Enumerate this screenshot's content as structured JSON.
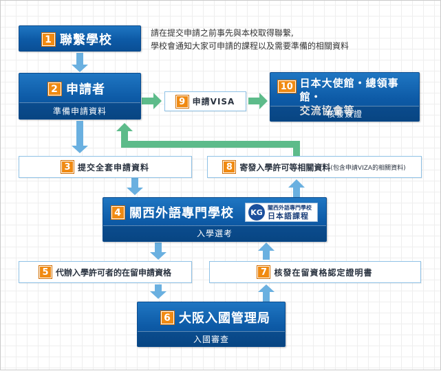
{
  "colors": {
    "box_dark": "#0d5aa6",
    "badge": "#f08a12",
    "arrow_blue": "#6ab0e0",
    "arrow_green": "#5dbb8a",
    "light_border": "#8ec1e6"
  },
  "note": {
    "line1": "請在提交申請之前事先與本校取得聯繫,",
    "line2": "學校會通知大家可申請的課程以及需要準備的相關資料"
  },
  "steps": {
    "s1": {
      "num": "1",
      "title": "聯繫學校"
    },
    "s2": {
      "num": "2",
      "title": "申請者",
      "sub": "準備申請資料"
    },
    "s3": {
      "num": "3",
      "title": "提交全套申請資料"
    },
    "s4": {
      "num": "4",
      "title": "關西外語專門學校",
      "sub": "入學選考"
    },
    "s5": {
      "num": "5",
      "title": "代辦入學許可者的在留申請資格"
    },
    "s6": {
      "num": "6",
      "title": "大阪入國管理局",
      "sub": "入國審查"
    },
    "s7": {
      "num": "7",
      "title": "核發在留資格認定證明書"
    },
    "s8": {
      "num": "8",
      "title": "寄發入學許可等相關資料",
      "paren": "(包含申請VIZA的相關資料)"
    },
    "s9": {
      "num": "9",
      "title": "申請VISA"
    },
    "s10": {
      "num": "10",
      "title_line1": "日本大使館・總領事館・",
      "title_line2": "交流協會等",
      "sub": "核發簽證"
    }
  },
  "logo": {
    "emblem": "KG",
    "line1": "關西外語專門學校",
    "line2": "日本語課程"
  }
}
